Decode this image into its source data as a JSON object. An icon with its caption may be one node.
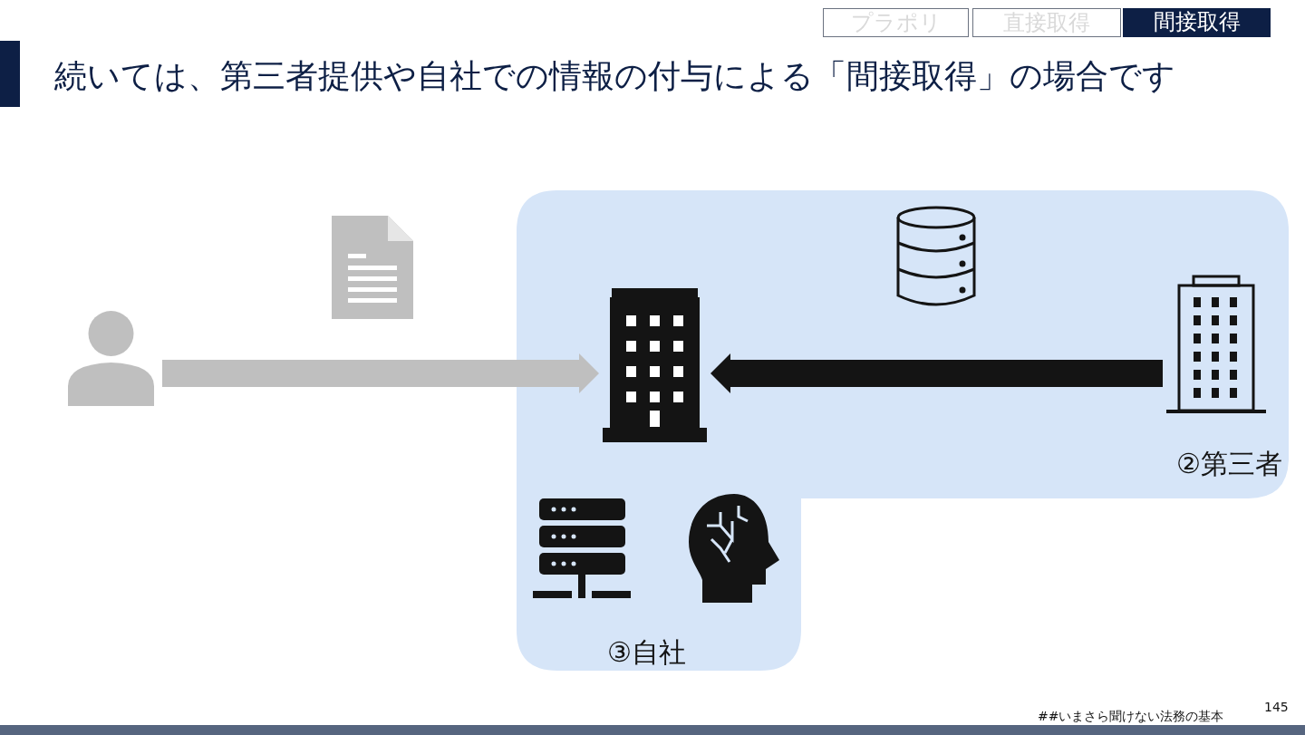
{
  "diagram": {
    "title": "続いては、第三者提供や自社での情報の付与による「間接取得」の場合です",
    "nodes": [
      {
        "text": [],
        "shape": "person"
      },
      {
        "text": [],
        "shape": "building"
      },
      {
        "text": [],
        "shape": "building",
        "beside": [
          "②第三者"
        ]
      }
    ],
    "edges": [
      {
        "from": 0,
        "to": 1,
        "arrow": "to",
        "color": "#bfbfbf"
      },
      {
        "from": 2,
        "to": 1,
        "arrow": "to",
        "color": "#141414"
      }
    ],
    "labels": [
      "プラポリ",
      "直接取得",
      "間接取得",
      "③自社",
      "##いまさら聞けない法務の基本",
      "145"
    ]
  }
}
